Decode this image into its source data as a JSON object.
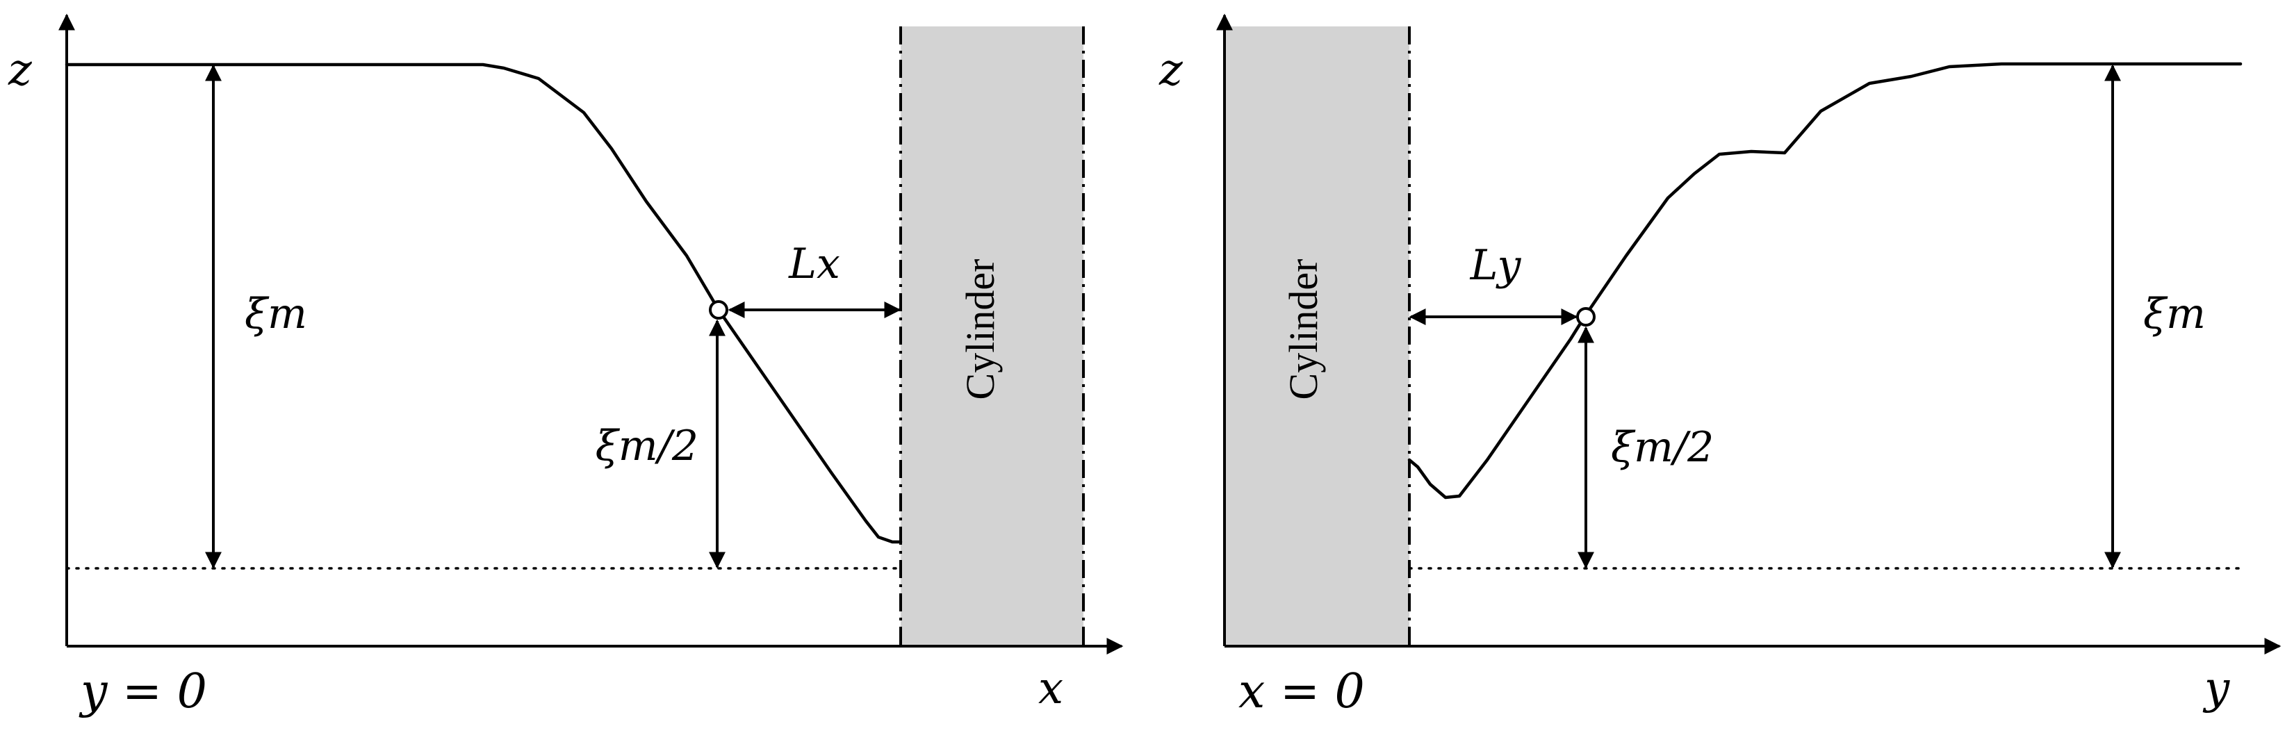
{
  "left_panel": {
    "vertical_axis_label": "z",
    "horizontal_axis_label": "x",
    "slice_label": "y = 0",
    "height_label": "ξm",
    "half_height_label": "ξm/2",
    "distance_label": "Lx",
    "cylinder_label": "Cylinder"
  },
  "right_panel": {
    "vertical_axis_label": "z",
    "horizontal_axis_label": "y",
    "slice_label": "x = 0",
    "height_label": "ξm",
    "half_height_label": "ξm/2",
    "distance_label": "Ly",
    "cylinder_label": "Cylinder"
  },
  "colors": {
    "cylinder_fill": "#d3d3d3",
    "line": "#000000"
  }
}
